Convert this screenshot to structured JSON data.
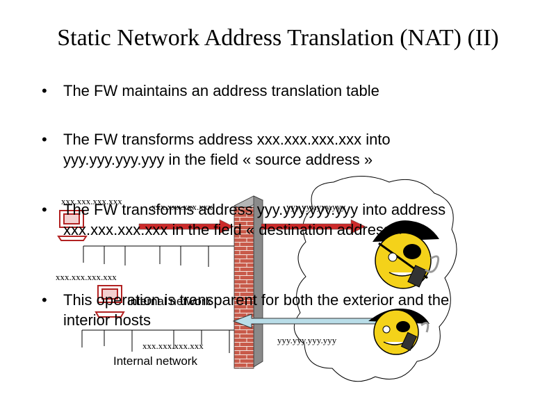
{
  "slide": {
    "title": "Static Network Address Translation (NAT) (II)",
    "bullets": [
      "The FW maintains an address translation table",
      "The FW transforms address xxx.xxx.xxx.xxx into yyy.yyy.yyy.yyy in the field « source address »",
      "The FW transforms address yyy.yyy.yyy.yyy into address xxx.xxx.xxx.xxx in the field « destination address »",
      "This operation is transparent for both the exterior and the interior hosts"
    ],
    "bullet_symbol": "•"
  },
  "diagram": {
    "labels": {
      "host_top": "xxx.xxx.xxx.xxx",
      "packet_out_src": "xxx.xxx.xxx.xxx",
      "packet_out_translated": "yyy.yyy.yyy.yyy",
      "host_middle": "xxx.xxx.xxx.xxx",
      "internal_network_overlap": "Internal network",
      "host_bottom": "xxx.xxx.xxx.xxx",
      "internal_network": "Internal network",
      "packet_in": "yyy.yyy.yyy.yyy"
    },
    "colors": {
      "arrow_out": "#cc2a2a",
      "arrow_in": "#b9dde8",
      "brick": "#c85a4a",
      "smiley": "#f4d21a",
      "computer": "#b22222"
    }
  }
}
